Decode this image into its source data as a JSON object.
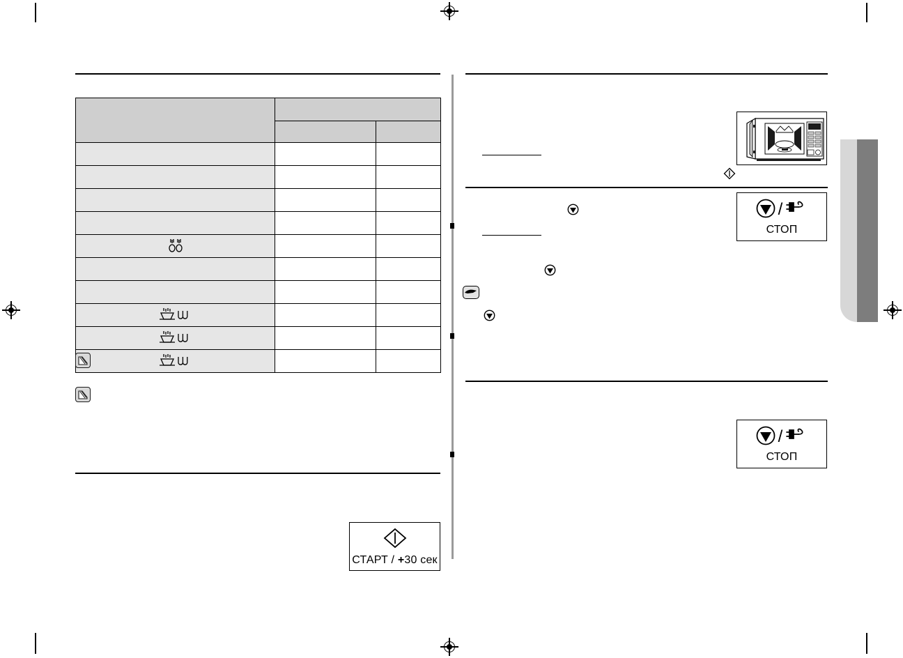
{
  "document": {
    "kind": "scanned-appliance-manual-page",
    "language_hint": "ru",
    "page_background": "#ffffff"
  },
  "marks": {
    "registration_icon": "registration-target",
    "crop_corner": "crop-corner-mark"
  },
  "left_column": {
    "top_rule": "horizontal-rule",
    "bottom_rule": "horizontal-rule",
    "table": {
      "header_rows": [
        {
          "cells": [
            {
              "text": "",
              "span_rows": 2,
              "shade": "header"
            },
            {
              "text": "",
              "span_cols": 2,
              "shade": "header"
            }
          ]
        },
        {
          "cells": [
            {
              "text": "",
              "shade": "header"
            },
            {
              "text": "",
              "shade": "header"
            }
          ]
        }
      ],
      "rows": [
        {
          "label": "",
          "icon": "",
          "col1": "",
          "col2": ""
        },
        {
          "label": "",
          "icon": "",
          "col1": "",
          "col2": ""
        },
        {
          "label": "",
          "icon": "",
          "col1": "",
          "col2": ""
        },
        {
          "label": "",
          "icon": "",
          "col1": "",
          "col2": ""
        },
        {
          "label": "",
          "icon": "double-drip-icon",
          "col1": "",
          "col2": ""
        },
        {
          "label": "",
          "icon": "",
          "col1": "",
          "col2": ""
        },
        {
          "label": "",
          "icon": "",
          "col1": "",
          "col2": ""
        },
        {
          "label": "",
          "icon": "microwave-grill-icon",
          "col1": "",
          "col2": ""
        },
        {
          "label": "",
          "icon": "microwave-grill-icon",
          "col1": "",
          "col2": ""
        },
        {
          "label": "",
          "icon": "microwave-grill-icon",
          "col1": "",
          "col2": ""
        }
      ]
    },
    "notes": [
      {
        "icon": "note-pencil-icon",
        "text": ""
      },
      {
        "icon": "note-pencil-icon",
        "text": ""
      }
    ],
    "start_key": {
      "icon": "start-diamond-icon",
      "label_prefix": "СТАРТ / ",
      "label_plus": "+",
      "label_suffix": "30 сек",
      "full_label": "СТАРТ / +30 сек"
    }
  },
  "right_column": {
    "rules": [
      "horizontal-rule",
      "horizontal-rule",
      "horizontal-rule"
    ],
    "underlines": [
      "text-underline",
      "text-underline"
    ],
    "microwave_illustration": {
      "icon": "microwave-oven-open-door-illustration",
      "caption_icon": "start-diamond-icon"
    },
    "stop_key_top": {
      "stop_icon": "stop-circle-triangle-icon",
      "separator": "/",
      "plug_icon": "power-plug-icon",
      "label": "СТОП"
    },
    "stop_key_bottom": {
      "stop_icon": "stop-circle-triangle-icon",
      "separator": "/",
      "plug_icon": "power-plug-icon",
      "label": "СТОП"
    },
    "inline_icons": [
      {
        "icon": "stop-circle-triangle-icon"
      },
      {
        "icon": "stop-circle-triangle-icon"
      },
      {
        "icon": "pointing-hand-icon"
      },
      {
        "icon": "stop-circle-triangle-icon"
      }
    ]
  },
  "side_tab": {
    "name": "section-thumb-tab",
    "light_color": "#d7d7d7",
    "dark_color": "#7d7d7d"
  },
  "divider": {
    "name": "column-divider",
    "color": "#9a9a9a",
    "tick_color": "#000000",
    "tick_count": 3
  }
}
